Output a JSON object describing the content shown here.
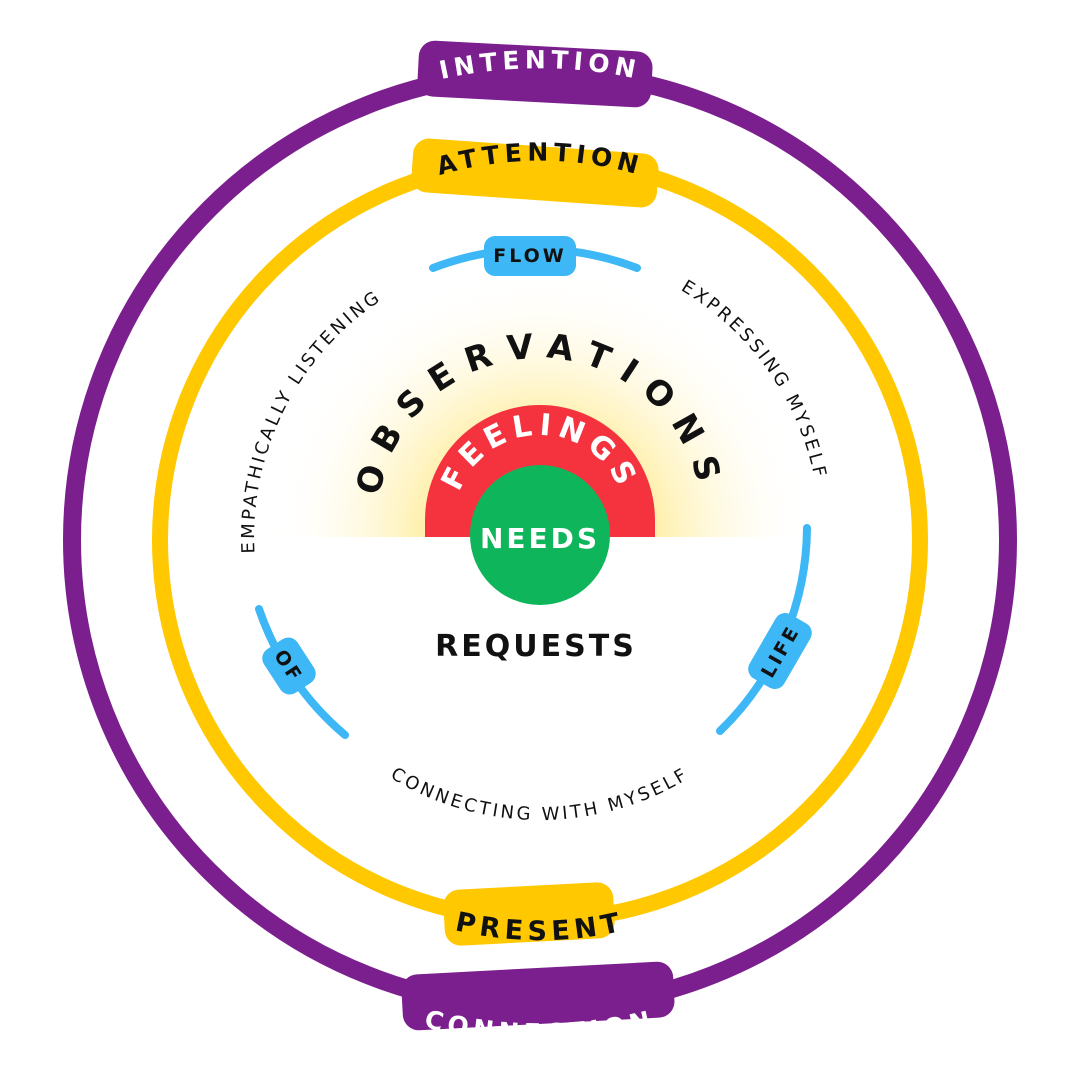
{
  "outer_ring": {
    "label_top": "INTENTION",
    "label_bottom": "CONNECTION",
    "color": "#7B1E8E"
  },
  "middle_ring": {
    "label_top": "ATTENTION",
    "label_bottom": "PRESENT",
    "color": "#FFC800"
  },
  "inner_ring": {
    "color": "#3DB7F5",
    "tags": {
      "flow": "FLOW",
      "of": "OF",
      "life": "LIFE"
    },
    "arc_texts": {
      "empathically": "EMPATHICALLY LISTENING",
      "expressing": "EXPRESSING MYSELF",
      "connecting": "CONNECTING WITH MYSELF"
    }
  },
  "core": {
    "observations": "OBSERVATIONS",
    "feelings": "FEELINGS",
    "needs": "NEEDS",
    "requests": "REQUESTS",
    "glow_color": "#FFE680",
    "feelings_color": "#F5333F",
    "needs_color": "#0FB55A"
  }
}
